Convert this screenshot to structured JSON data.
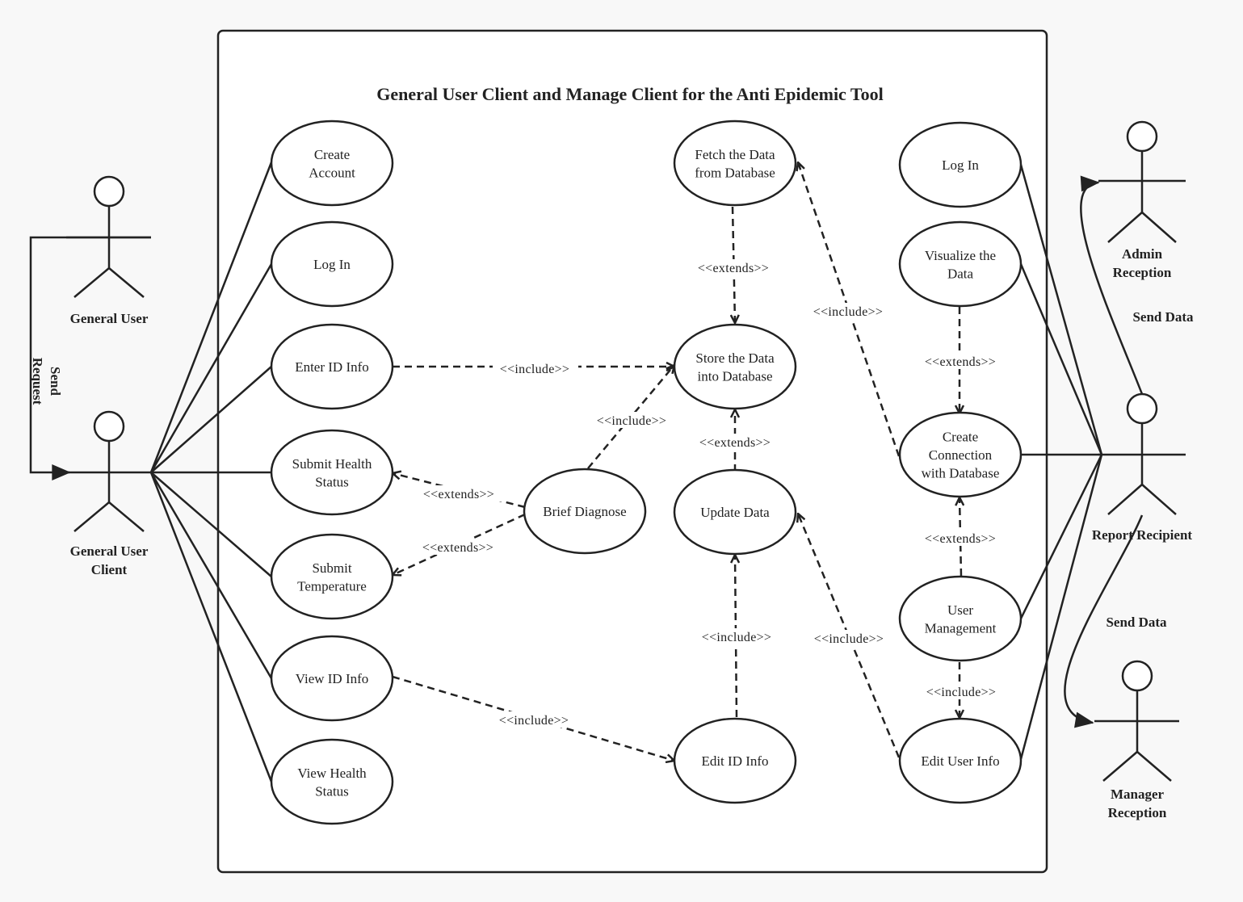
{
  "title": "General User Client and Manage Client for the Anti Epidemic Tool",
  "actors": {
    "general_user": "General User",
    "general_user_client": [
      "General User",
      "Client"
    ],
    "admin_reception": [
      "Admin",
      "Reception"
    ],
    "report_recipient": "Report Recipient",
    "manager_reception": [
      "Manager",
      "Reception"
    ]
  },
  "use_cases": {
    "create_account": [
      "Create",
      "Account"
    ],
    "login_left": [
      "Log In"
    ],
    "enter_id_info": [
      "Enter ID Info"
    ],
    "submit_health_status": [
      "Submit Health",
      "Status"
    ],
    "submit_temperature": [
      "Submit",
      "Temperature"
    ],
    "view_id_info": [
      "View ID Info"
    ],
    "view_health_status": [
      "View Health",
      "Status"
    ],
    "brief_diagnose": [
      "Brief Diagnose"
    ],
    "fetch_data": [
      "Fetch the Data",
      "from Database"
    ],
    "store_data": [
      "Store the Data",
      "into Database"
    ],
    "update_data": [
      "Update Data"
    ],
    "edit_id_info": [
      "Edit ID Info"
    ],
    "login_right": [
      "Log In"
    ],
    "visualize_data": [
      "Visualize the",
      "Data"
    ],
    "create_connection": [
      "Create",
      "Connection",
      "with Database"
    ],
    "user_management": [
      "User",
      "Management"
    ],
    "edit_user_info": [
      "Edit User Info"
    ]
  },
  "stereotypes": {
    "include": "<<include>>",
    "extends": "<<extends>>"
  },
  "flows": {
    "send_request": [
      "Send",
      "Request"
    ],
    "send_data_admin": "Send Data",
    "send_data_manager": "Send Data"
  }
}
